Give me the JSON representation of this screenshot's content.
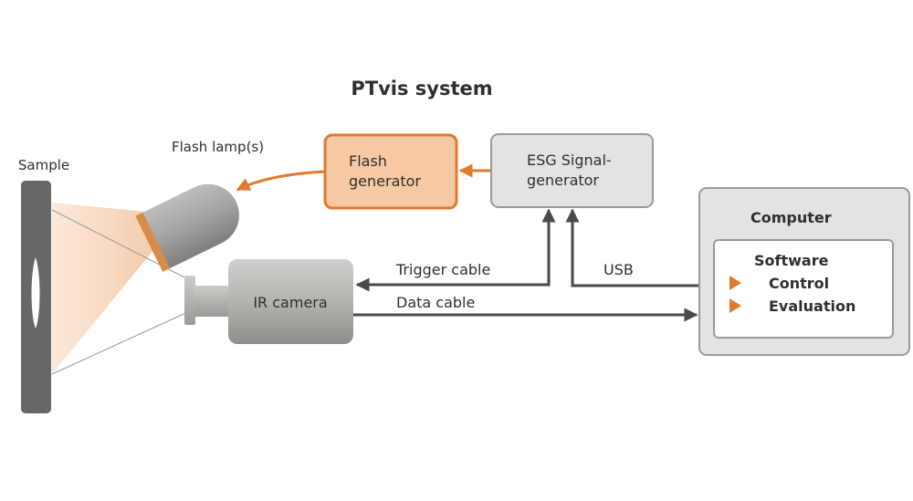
{
  "title": "PTvis system",
  "labels": {
    "sample": "Sample",
    "flash_lamp": "Flash lamp(s)",
    "ir_camera": "IR camera",
    "trigger_cable": "Trigger cable",
    "data_cable": "Data cable",
    "usb": "USB"
  },
  "flash_generator": {
    "line1": "Flash",
    "line2": "generator"
  },
  "signal_generator": {
    "line1": "ESG Signal-",
    "line2": "generator"
  },
  "computer": {
    "title": "Computer",
    "software": {
      "title": "Software",
      "items": [
        {
          "label": "Control",
          "icon": "triangle-bullet-icon"
        },
        {
          "label": "Evaluation",
          "icon": "triangle-bullet-icon"
        }
      ]
    }
  },
  "colors": {
    "accent": "#e07a2e",
    "accent_fill": "#f7c9a2",
    "box_gray": "#e3e3e3",
    "border_gray": "#9a9a9a",
    "arrow_dark": "#4a4a4a",
    "sample": "#676767"
  }
}
